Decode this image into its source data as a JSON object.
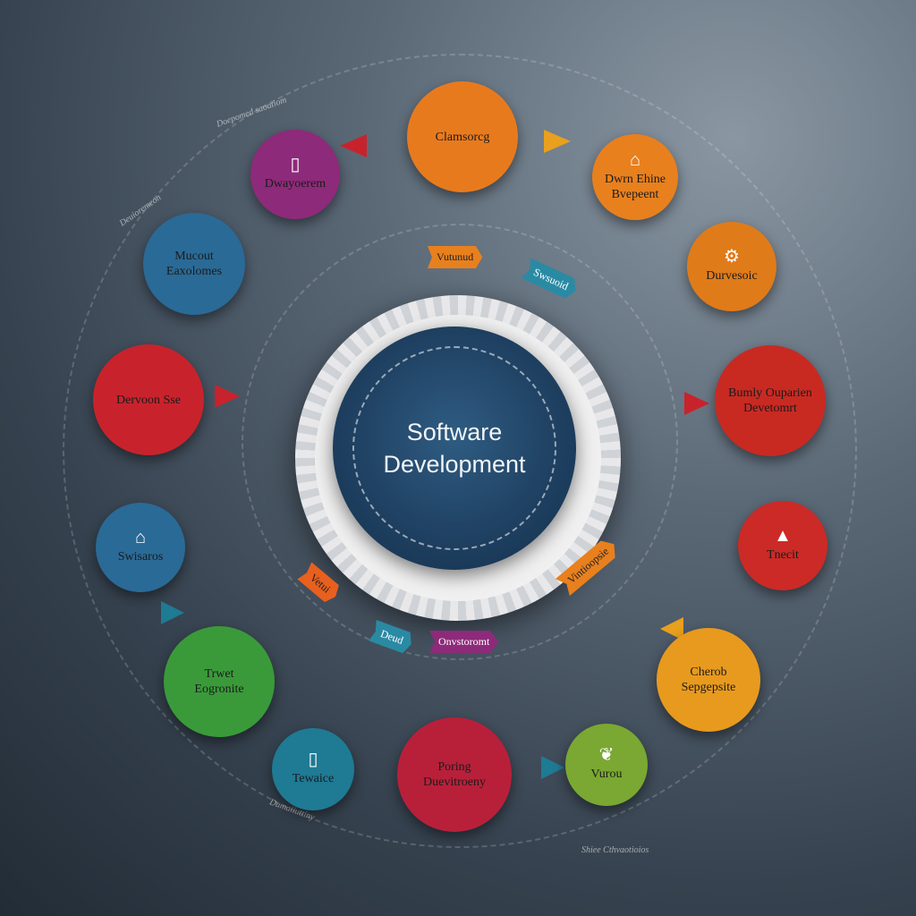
{
  "center": {
    "line1": "Software",
    "line2": "Development",
    "color": "#1e3f60"
  },
  "nodes": [
    {
      "label1": "Clamsorcg",
      "label2": "",
      "icon": "none",
      "color": "#e87a1e"
    },
    {
      "label1": "Dwayoerem",
      "label2": "",
      "icon": "document-icon",
      "color": "#8e2a7a"
    },
    {
      "label1": "Dwrn Ehine",
      "label2": "Bvepeent",
      "icon": "home-icon",
      "color": "#e8801e"
    },
    {
      "label1": "Mucout",
      "label2": "Eaxolomes",
      "icon": "none",
      "color": "#2a6a96"
    },
    {
      "label1": "Durvesoic",
      "label2": "",
      "icon": "team-icon",
      "color": "#e07b1a"
    },
    {
      "label1": "Dervoon Sse",
      "label2": "",
      "icon": "none",
      "color": "#c8232c"
    },
    {
      "label1": "Bumly Ouparien",
      "label2": "Devetomrt",
      "icon": "none",
      "color": "#c82a22"
    },
    {
      "label1": "Swisaros",
      "label2": "",
      "icon": "house-icon",
      "color": "#2a6a96"
    },
    {
      "label1": "Tnecit",
      "label2": "",
      "icon": "building-icon",
      "color": "#cc2a26"
    },
    {
      "label1": "Trwet",
      "label2": "Eogronite",
      "icon": "none",
      "color": "#3a9a3a"
    },
    {
      "label1": "Cherob",
      "label2": "Sepgepsite",
      "icon": "none",
      "color": "#e89a1e"
    },
    {
      "label1": "Tewaice",
      "label2": "",
      "icon": "document-icon",
      "color": "#1f7a94"
    },
    {
      "label1": "Poring",
      "label2": "Duevitroeny",
      "icon": "none",
      "color": "#b8203a"
    },
    {
      "label1": "Vurou",
      "label2": "",
      "icon": "leaf-icon",
      "color": "#7aa832"
    }
  ],
  "tags": [
    "Vutunud",
    "Swsuoid",
    "Onvstoromt",
    "Vintioopsie",
    "Vetui",
    "Deud"
  ],
  "notes": [
    "Doepomed saoatiom",
    "Deuioremeon",
    "Shiee Cthvaotioios",
    "Dumaiiuttiny"
  ]
}
